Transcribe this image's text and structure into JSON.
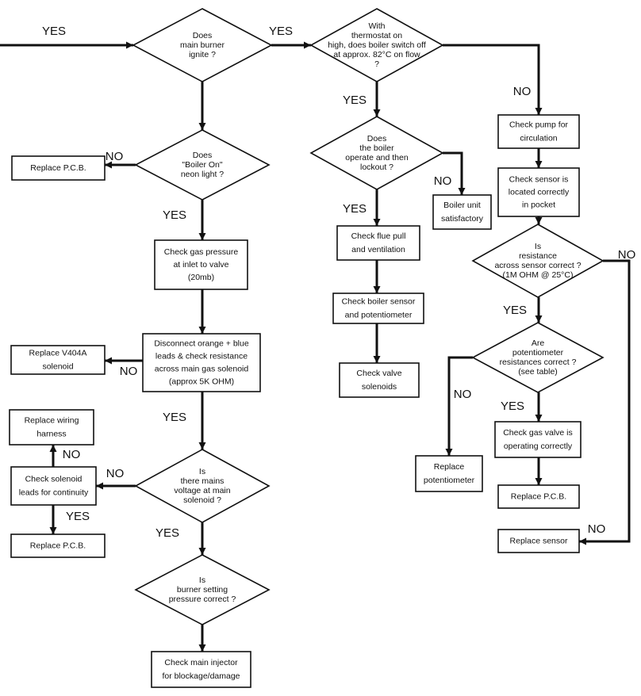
{
  "diamonds": {
    "main_burner": [
      "Does",
      "main burner",
      "ignite ?"
    ],
    "thermostat": [
      "With",
      "thermostat on",
      "high, does boiler switch off",
      "at approx. 82°C on flow",
      "?"
    ],
    "boiler_on": [
      "Does",
      "\"Boiler On\"",
      "neon light ?"
    ],
    "lockout": [
      "Does",
      "the boiler",
      "operate and then",
      "lockout ?"
    ],
    "resistance": [
      "Is",
      "resistance",
      "across sensor correct ?",
      "(1M OHM @ 25°C)"
    ],
    "potentiometer": [
      "Are",
      "potentiometer",
      "resistances correct ?",
      "(see table)"
    ],
    "mains_voltage": [
      "Is",
      "there mains",
      "voltage at main",
      "solenoid ?"
    ],
    "burner_setting": [
      "Is",
      "burner setting",
      "pressure correct ?"
    ]
  },
  "boxes": {
    "replace_pcb_1": [
      "Replace P.C.B."
    ],
    "check_gas_pressure": [
      "Check gas pressure",
      "at inlet to valve",
      "(20mb)"
    ],
    "disconnect": [
      "Disconnect orange + blue",
      "leads & check resistance",
      "across main gas solenoid",
      "(approx 5K OHM)"
    ],
    "replace_v404a": [
      "Replace V404A",
      "solenoid"
    ],
    "replace_wiring": [
      "Replace wiring",
      "harness"
    ],
    "check_solenoid_leads": [
      "Check solenoid",
      "leads for continuity"
    ],
    "replace_pcb_2": [
      "Replace P.C.B."
    ],
    "check_injector": [
      "Check main injector",
      "for blockage/damage"
    ],
    "boiler_satisfactory": [
      "Boiler unit",
      "satisfactory"
    ],
    "check_flue": [
      "Check flue pull",
      "and ventilation"
    ],
    "check_boiler_sensor": [
      "Check boiler sensor",
      "and potentiometer"
    ],
    "check_valve_solenoids": [
      "Check valve",
      "solenoids"
    ],
    "check_pump": [
      "Check pump for",
      "circulation"
    ],
    "check_sensor_located": [
      "Check sensor is",
      "located correctly",
      "in pocket"
    ],
    "replace_potentiometer": [
      "Replace",
      "potentiometer"
    ],
    "check_gas_valve": [
      "Check gas valve is",
      "operating correctly"
    ],
    "replace_pcb_3": [
      "Replace P.C.B."
    ],
    "replace_sensor": [
      "Replace sensor"
    ]
  },
  "labels": {
    "yes": "YES",
    "no": "NO"
  }
}
